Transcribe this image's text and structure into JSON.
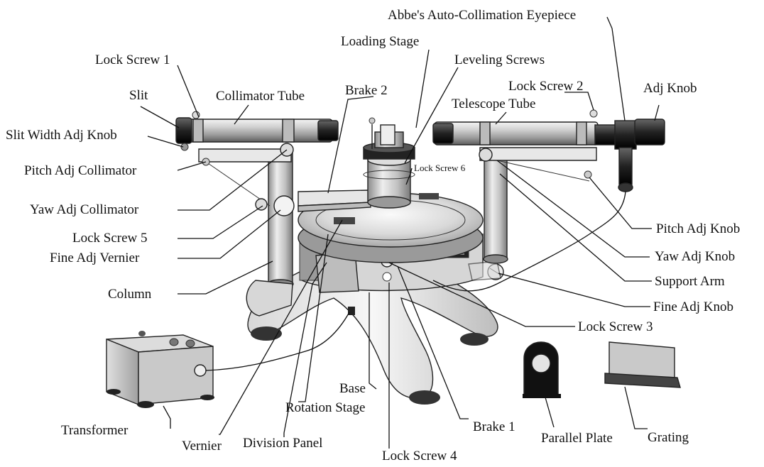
{
  "labels": {
    "abbe_eyepiece": "Abbe's Auto-Collimation Eyepiece",
    "loading_stage": "Loading Stage",
    "leveling_screws": "Leveling Screws",
    "lock_screw_1": "Lock Screw 1",
    "lock_screw_2": "Lock Screw 2",
    "lock_screw_3": "Lock Screw 3",
    "lock_screw_4": "Lock Screw 4",
    "lock_screw_5": "Lock Screw 5",
    "lock_screw_6": "Lock Screw 6",
    "adj_knob": "Adj Knob",
    "slit": "Slit",
    "collimator_tube": "Collimator Tube",
    "brake_2": "Brake 2",
    "telescope_tube": "Telescope Tube",
    "slit_width_adj_knob": "Slit Width Adj Knob",
    "pitch_adj_collimator": "Pitch Adj Collimator",
    "yaw_adj_collimator": "Yaw Adj Collimator",
    "fine_adj_vernier": "Fine Adj Vernier",
    "column": "Column",
    "pitch_adj_knob": "Pitch Adj Knob",
    "yaw_adj_knob": "Yaw Adj Knob",
    "support_arm": "Support Arm",
    "fine_adj_knob": "Fine Adj Knob",
    "base": "Base",
    "rotation_stage": "Rotation Stage",
    "transformer": "Transformer",
    "vernier": "Vernier",
    "division_panel": "Division Panel",
    "brake_1": "Brake 1",
    "parallel_plate": "Parallel Plate",
    "grating": "Grating"
  }
}
